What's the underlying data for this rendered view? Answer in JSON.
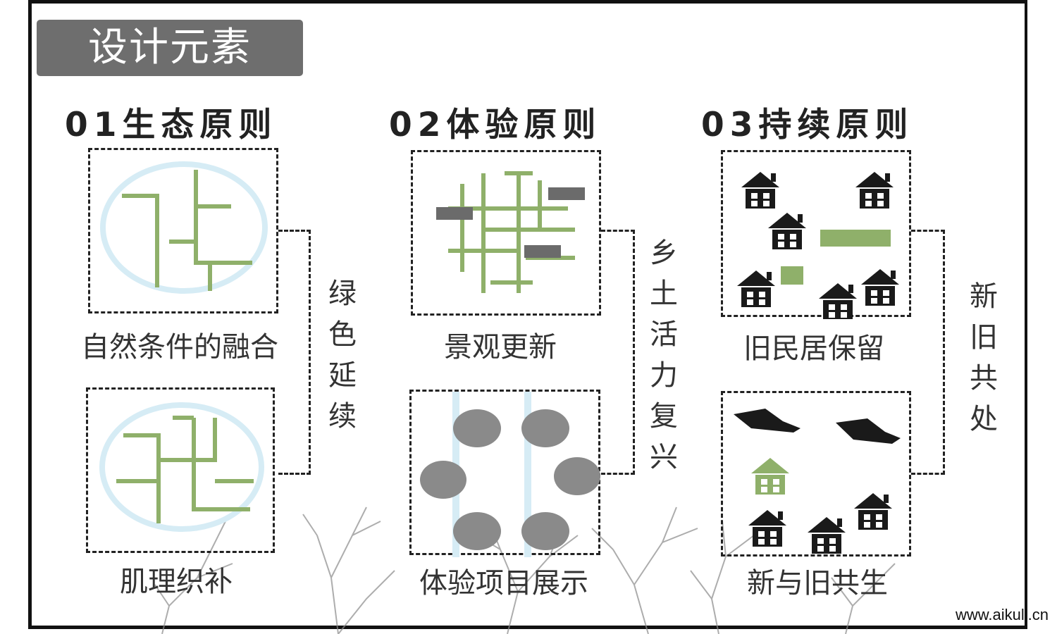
{
  "banner_title": "设计元素",
  "sections": [
    {
      "heading": "01生态原则",
      "top_label": "自然条件的融合",
      "bottom_label": "肌理织补",
      "vertical_text": "绿色延续"
    },
    {
      "heading": "02体验原则",
      "top_label": "景观更新",
      "bottom_label": "体验项目展示",
      "vertical_text": "乡土活力复兴"
    },
    {
      "heading": "03持续原则",
      "top_label": "旧民居保留",
      "bottom_label": "新与旧共生",
      "vertical_text": "新旧共处"
    }
  ],
  "watermark": "www.aikuli.cn",
  "colors": {
    "accent_green": "#8fb06a",
    "banner_gray": "#6e6e6e",
    "block_gray": "#6b6b6b",
    "water_blue": "#d6ecf5",
    "outline": "#222222"
  },
  "icons": [
    "house-icon",
    "bare-tree-silhouette"
  ]
}
